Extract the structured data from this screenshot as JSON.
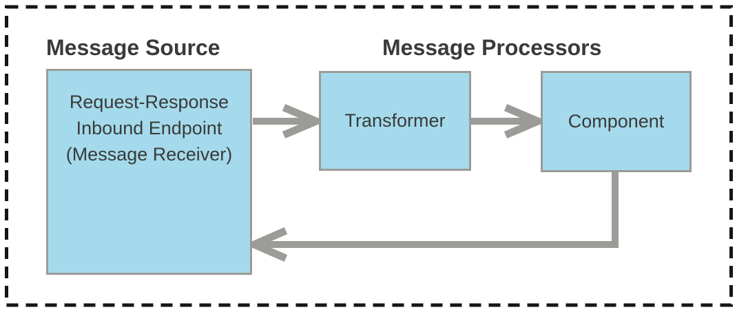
{
  "diagram": {
    "titles": {
      "message_source": "Message Source",
      "message_processors": "Message Processors"
    },
    "nodes": {
      "source_box": {
        "lines": [
          "Request-Response",
          "Inbound Endpoint",
          "(Message Receiver)"
        ]
      },
      "transformer": {
        "label": "Transformer"
      },
      "component": {
        "label": "Component"
      }
    },
    "connections": [
      {
        "from": "source_box",
        "to": "transformer",
        "direction": "right"
      },
      {
        "from": "transformer",
        "to": "component",
        "direction": "right"
      },
      {
        "from": "component",
        "to": "source_box",
        "direction": "return-left"
      }
    ],
    "colors": {
      "node_fill": "#a4daeb",
      "node_border": "#9b9b97",
      "arrow": "#9b9b97",
      "text": "#3a3a3a",
      "frame": "#151515",
      "background": "#ffffff"
    }
  }
}
